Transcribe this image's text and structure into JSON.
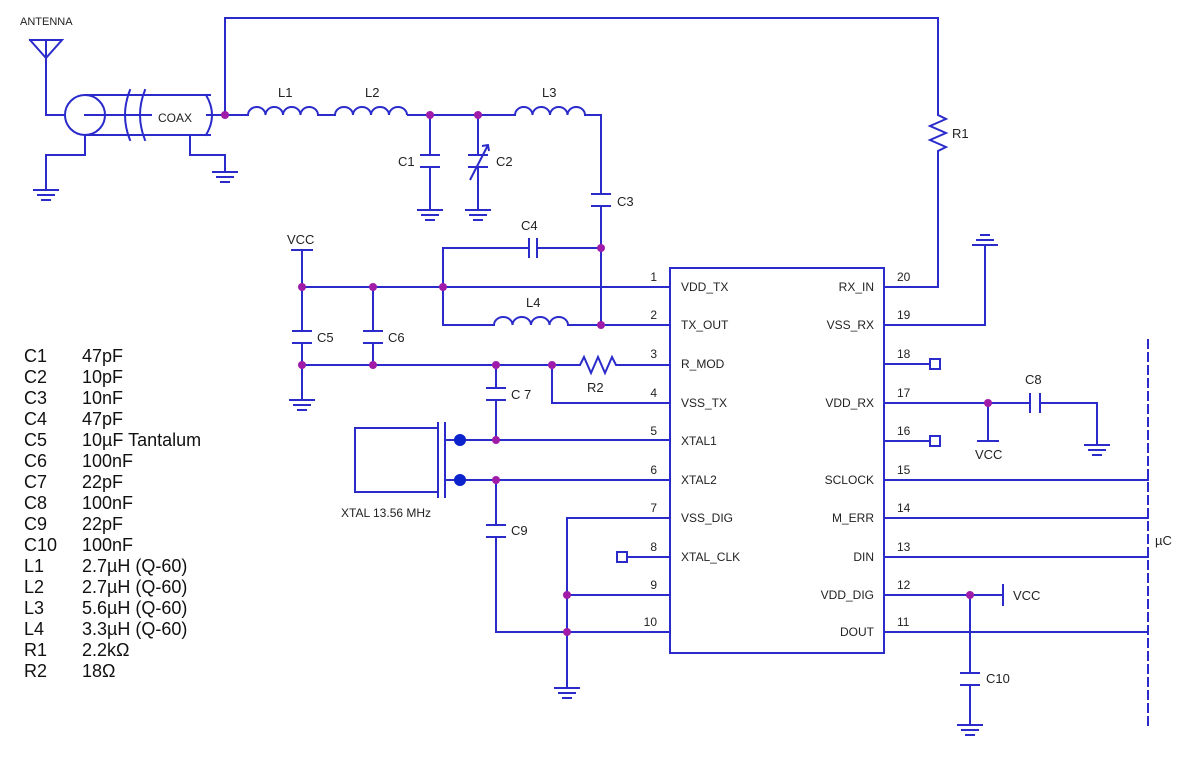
{
  "labels": {
    "antenna": "ANTENNA",
    "coax": "COAX",
    "vcc": "VCC",
    "xtal": "XTAL 13.56 MHz",
    "uc": "µC"
  },
  "components": {
    "L1": "L1",
    "L2": "L2",
    "L3": "L3",
    "L4": "L4",
    "C1": "C1",
    "C2": "C2",
    "C3": "C3",
    "C4": "C4",
    "C5": "C5",
    "C6": "C6",
    "C7": "C 7",
    "C8": "C8",
    "C9": "C9",
    "C10": "C10",
    "R1": "R1",
    "R2": "R2"
  },
  "chip": {
    "left_pins": [
      {
        "num": "1",
        "name": "VDD_TX"
      },
      {
        "num": "2",
        "name": "TX_OUT"
      },
      {
        "num": "3",
        "name": "R_MOD"
      },
      {
        "num": "4",
        "name": "VSS_TX"
      },
      {
        "num": "5",
        "name": "XTAL1"
      },
      {
        "num": "6",
        "name": "XTAL2"
      },
      {
        "num": "7",
        "name": "VSS_DIG"
      },
      {
        "num": "8",
        "name": "XTAL_CLK"
      },
      {
        "num": "9",
        "name": ""
      },
      {
        "num": "10",
        "name": ""
      }
    ],
    "right_pins": [
      {
        "num": "20",
        "name": "RX_IN"
      },
      {
        "num": "19",
        "name": "VSS_RX"
      },
      {
        "num": "18",
        "name": ""
      },
      {
        "num": "17",
        "name": "VDD_RX"
      },
      {
        "num": "16",
        "name": ""
      },
      {
        "num": "15",
        "name": "SCLOCK"
      },
      {
        "num": "14",
        "name": "M_ERR"
      },
      {
        "num": "13",
        "name": "DIN"
      },
      {
        "num": "12",
        "name": "VDD_DIG"
      },
      {
        "num": "11",
        "name": "DOUT"
      }
    ]
  },
  "bom": [
    {
      "ref": "C1",
      "value": "47pF"
    },
    {
      "ref": "C2",
      "value": "10pF"
    },
    {
      "ref": "C3",
      "value": "10nF"
    },
    {
      "ref": "C4",
      "value": "47pF"
    },
    {
      "ref": "C5",
      "value": "10µF Tantalum"
    },
    {
      "ref": "C6",
      "value": "100nF"
    },
    {
      "ref": "C7",
      "value": "22pF"
    },
    {
      "ref": "C8",
      "value": "100nF"
    },
    {
      "ref": "C9",
      "value": "22pF"
    },
    {
      "ref": "C10",
      "value": "100nF"
    },
    {
      "ref": "L1",
      "value": "2.7µH (Q-60)"
    },
    {
      "ref": "L2",
      "value": "2.7µH (Q-60)"
    },
    {
      "ref": "L3",
      "value": "5.6µH (Q-60)"
    },
    {
      "ref": "L4",
      "value": "3.3µH (Q-60)"
    },
    {
      "ref": "R1",
      "value": "2.2kΩ"
    },
    {
      "ref": "R2",
      "value": "18Ω"
    }
  ],
  "colors": {
    "wire": "#2b2bcc",
    "junction": "#a01ca8",
    "xtal_node": "#0b22cc"
  }
}
